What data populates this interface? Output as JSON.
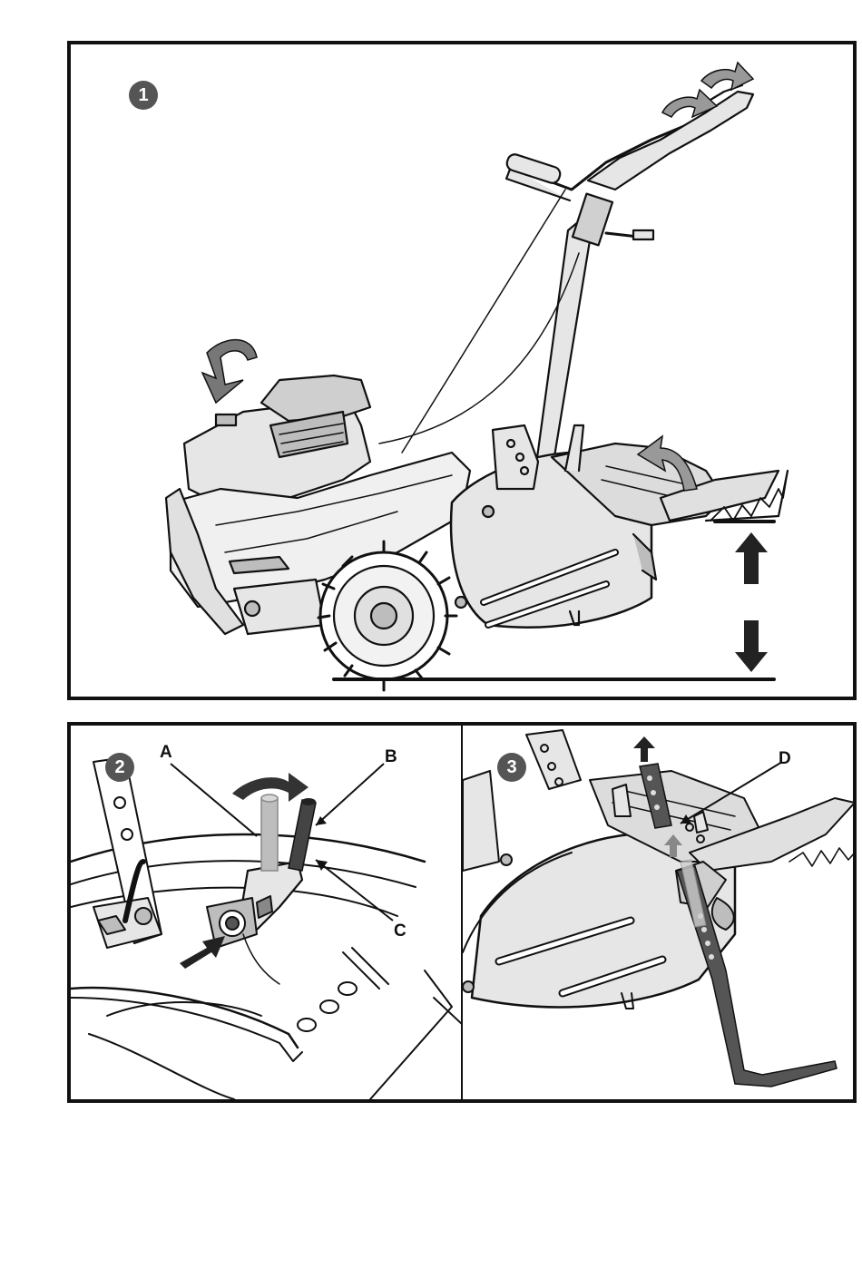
{
  "steps": [
    {
      "number": "1"
    },
    {
      "number": "2",
      "callouts": {
        "a": "A",
        "b": "B",
        "c": "C"
      }
    },
    {
      "number": "3",
      "callouts": {
        "d": "D"
      }
    }
  ],
  "colors": {
    "line": "#111111",
    "fill_light": "#e6e6e6",
    "fill_mid": "#bdbdbd",
    "fill_dark": "#555555"
  },
  "icons": [
    "rotate-down-arrow-icon",
    "lift-arrow-icon",
    "up-arrow-icon",
    "down-arrow-icon",
    "push-arrow-icon",
    "curved-arrow-icon"
  ]
}
